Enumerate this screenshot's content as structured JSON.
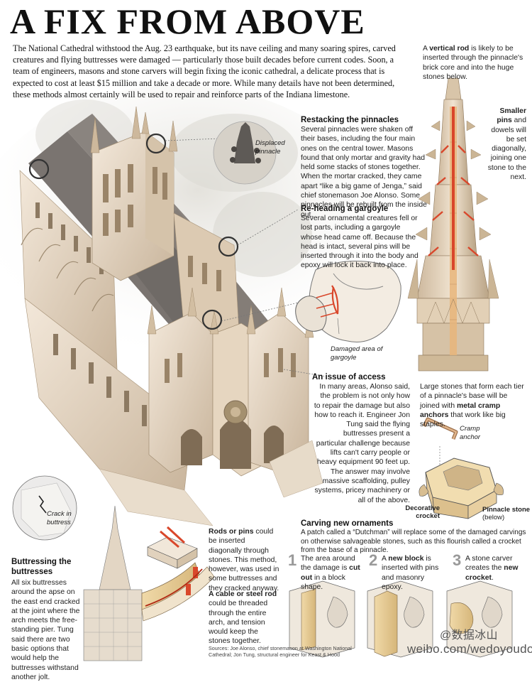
{
  "title": "A FIX FROM ABOVE",
  "intro": "The National Cathedral withstood the Aug. 23 earthquake, but its nave ceiling and many soaring spires, carved creatures and flying buttresses were damaged — particularly those built decades before current codes. Soon, a team of engineers, masons and stone carvers will begin fixing the iconic cathedral, a delicate process that is expected to cost at least $15 million and take a decade or more. While many details have not been determined, these methods almost certainly will be used to repair and reinforce parts of the Indiana limestone.",
  "pinnacle_rod": {
    "prefix": "A ",
    "bold": "vertical rod",
    "rest": " is likely to be inserted through the pinnacle's brick core and into the huge stones below."
  },
  "smaller_pins": {
    "bold1": "Smaller",
    "bold2": "pins",
    "rest": "and dowels will be set diagonally, joining one stone to the next."
  },
  "displaced_label": "Displaced pinnacle",
  "restacking": {
    "heading": "Restacking the pinnacles",
    "body": "Several pinnacles were shaken off their bases, including the four main ones on the central tower. Masons found that only mortar and gravity had held some stacks of stones together. When the mortar cracked, they came apart “like a big game of Jenga,” said chief stonemason Joe Alonso. Some pinnacles will be rebuilt from the inside out."
  },
  "gargoyle": {
    "heading": "Re-heading a gargoyle",
    "body": "Several ornamental creatures fell or lost parts, including a gargoyle whose head came off. Because the head is intact, several pins will be inserted through it into the body and epoxy will lock it back into place.",
    "label": "Damaged area of gargoyle"
  },
  "access": {
    "heading": "An issue of access",
    "body": "In many areas, Alonso said, the problem is not only how to repair the damage but also how to reach it. Engineer Jon Tung said the flying buttresses present a particular challenge because lifts can't carry people or heavy equipment 90 feet up. The answer may involve massive scaffolding, pulley systems, pricey machinery or all of the above."
  },
  "cramp": {
    "text_pre": "Large stones that form each tier of a pinnacle's base will be joined with ",
    "text_bold": "metal cramp anchors",
    "text_post": " that work like big staples.",
    "anchor_label": "Cramp anchor",
    "crocket_label": "Decorative crocket",
    "pinnacle_stone_label": "Pinnacle stone",
    "pinnacle_stone_note": "(below)"
  },
  "crack_label": "Crack in buttress",
  "buttress": {
    "heading": "Buttressing the buttresses",
    "body": "All six buttresses around the apse on the east end cracked at the joint where the arch meets the free-standing pier. Tung said there are two basic options that would help the buttresses withstand another jolt."
  },
  "rods": {
    "bold": "Rods or pins",
    "rest": " could be inserted diagonally through stones. This method, however, was used in some buttresses and they cracked anyway."
  },
  "cable": {
    "bold": "A cable or steel rod",
    "rest": " could be threaded through the entire arch, and tension would keep the stones together."
  },
  "sources": "Sources: Joe Alonso, chief stonemason at Washington National Cathedral; Jon Tung, structural engineer for Keast & Hood",
  "carving": {
    "heading": "Carving new ornaments",
    "intro": "A patch called a “Dutchman” will replace some of the damaged carvings on otherwise salvageable stones, such as this flourish called a crocket from the base of a pinnacle.",
    "steps": [
      {
        "num": "1",
        "pre": "The area around the damage is ",
        "bold": "cut out",
        "post": " in a block shape."
      },
      {
        "num": "2",
        "pre": "A ",
        "bold": "new block",
        "post": " is inserted with pins and masonry epoxy."
      },
      {
        "num": "3",
        "pre": "A stone carver creates the ",
        "bold": "new crocket",
        "post": "."
      }
    ]
  },
  "watermark_cn": "@数据冰山",
  "watermark": "weibo.com/wedoyoudo",
  "colors": {
    "stone": "#e9dccb",
    "shadow": "#b9a68e",
    "roof": "#6f6a66",
    "accent": "#d9472b",
    "patch": "#e3c99a"
  }
}
